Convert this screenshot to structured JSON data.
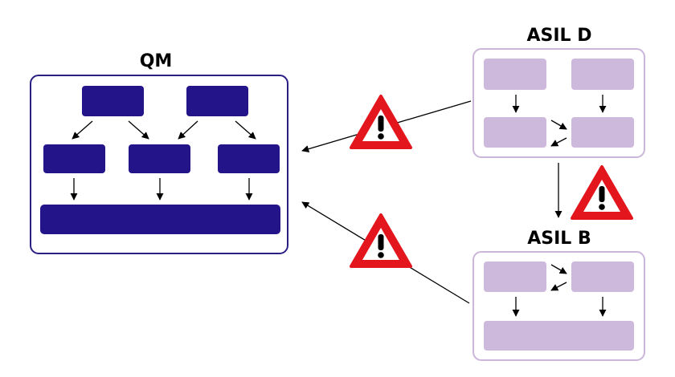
{
  "colors": {
    "qm_fill": "#241489",
    "qm_border": "#2a1f86",
    "asil_fill": "#cdb9dc",
    "asil_border": "#cbb6da",
    "arrow": "#000000",
    "warning_red": "#e3161d",
    "warning_inner": "#ffffff"
  },
  "groups": {
    "qm": {
      "title": "QM"
    },
    "asil_d": {
      "title": "ASIL D"
    },
    "asil_b": {
      "title": "ASIL B"
    }
  },
  "icons": {
    "warning": "warning-triangle-icon",
    "arrow": "arrowhead"
  }
}
